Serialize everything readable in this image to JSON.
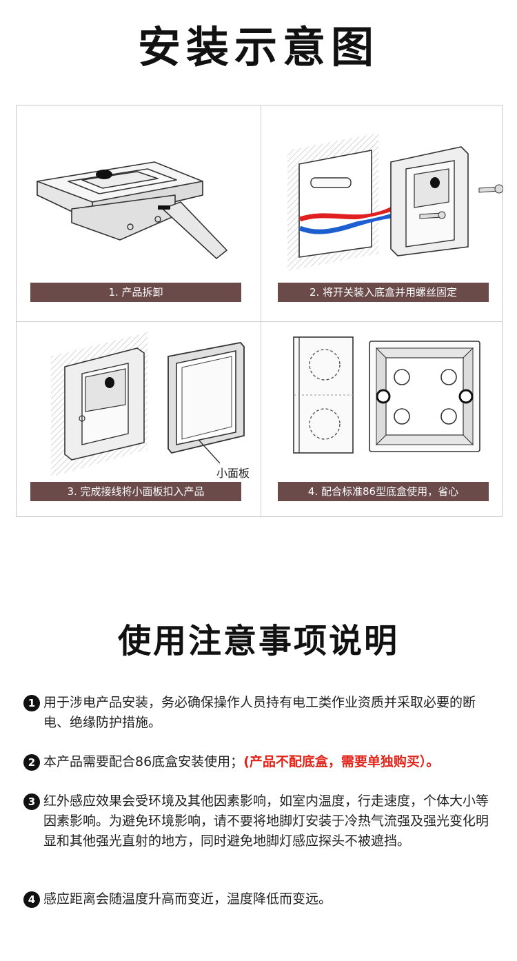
{
  "install_section": {
    "title": "安装示意图",
    "steps": [
      {
        "caption": "1. 产品拆卸"
      },
      {
        "caption": "2. 将开关装入底盒并用螺丝固定"
      },
      {
        "caption": "3. 完成接线将小面板扣入产品"
      },
      {
        "caption": "4. 配合标准86型底盒使用，省心"
      }
    ],
    "panel_label": "小面板"
  },
  "notes_section": {
    "title": "使用注意事项说明",
    "notes": [
      {
        "num": "1",
        "text": "用于涉电产品安装，务必确保操作人员持有电工类作业资质并采取必要的断电、绝缘防护措施。"
      },
      {
        "num": "2",
        "text": "本产品需要配合86底盒安装使用；",
        "highlight": "(产品不配底盒，需要单独购买）。"
      },
      {
        "num": "3",
        "text": "红外感应效果会受环境及其他因素影响，如室内温度，行走速度，个体大小等因素影响。为避免环境影响，请不要将地脚灯安装于冷热气流强及强光变化明显和其他强光直射的地方，同时避免地脚灯感应探头不被遮挡。"
      },
      {
        "num": "4",
        "text": "感应距离会随温度升高而变近，温度降低而变远。"
      }
    ]
  },
  "colors": {
    "caption_bg": "#6b4a4a",
    "highlight": "#e2231a",
    "wire_red": "#e02020",
    "wire_blue": "#1e5fd0"
  }
}
